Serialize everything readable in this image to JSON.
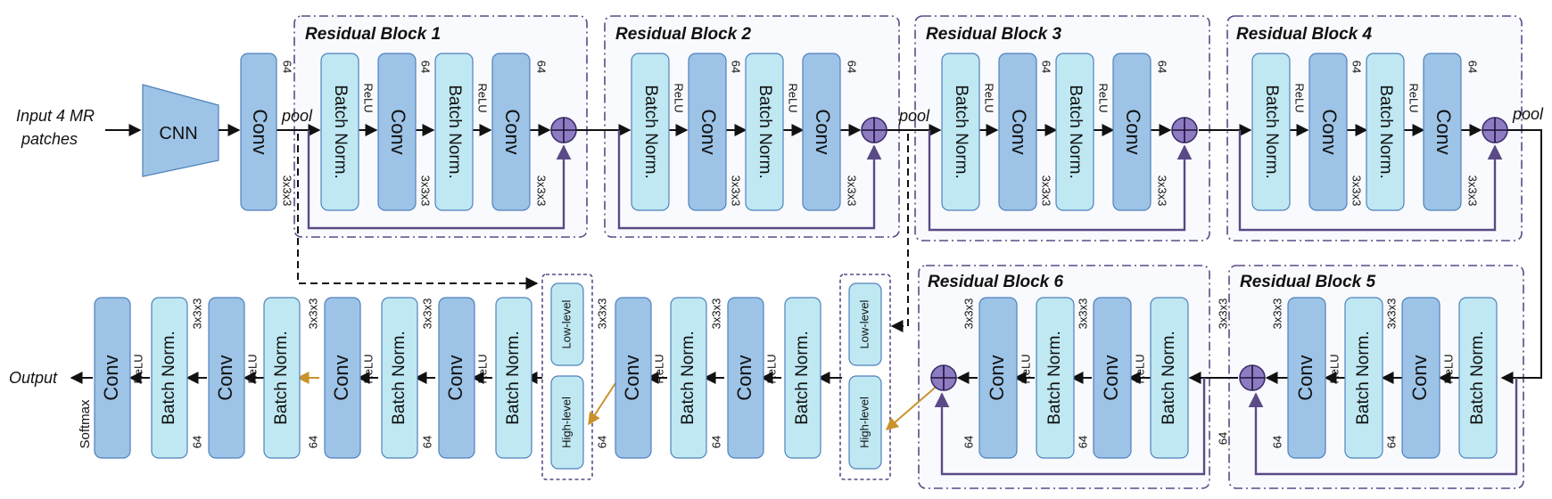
{
  "input_label_line1": "Input 4 MR",
  "input_label_line2": "patches",
  "output_label": "Output",
  "softmax_label": "Softmax",
  "cnn_label": "CNN",
  "pool_label": "pool",
  "block_titles": {
    "b1": "Residual Block 1",
    "b2": "Residual Block 2",
    "b3": "Residual Block 3",
    "b4": "Residual Block 4",
    "b5": "Residual Block 5",
    "b6": "Residual Block 6"
  },
  "layer_labels": {
    "conv": "Conv",
    "batch_norm": "Batch Norm.",
    "relu": "ReLU",
    "low_level": "Low-level",
    "high_level": "High-level"
  },
  "dims": {
    "channels": "64",
    "kernel": "3x3x3"
  }
}
